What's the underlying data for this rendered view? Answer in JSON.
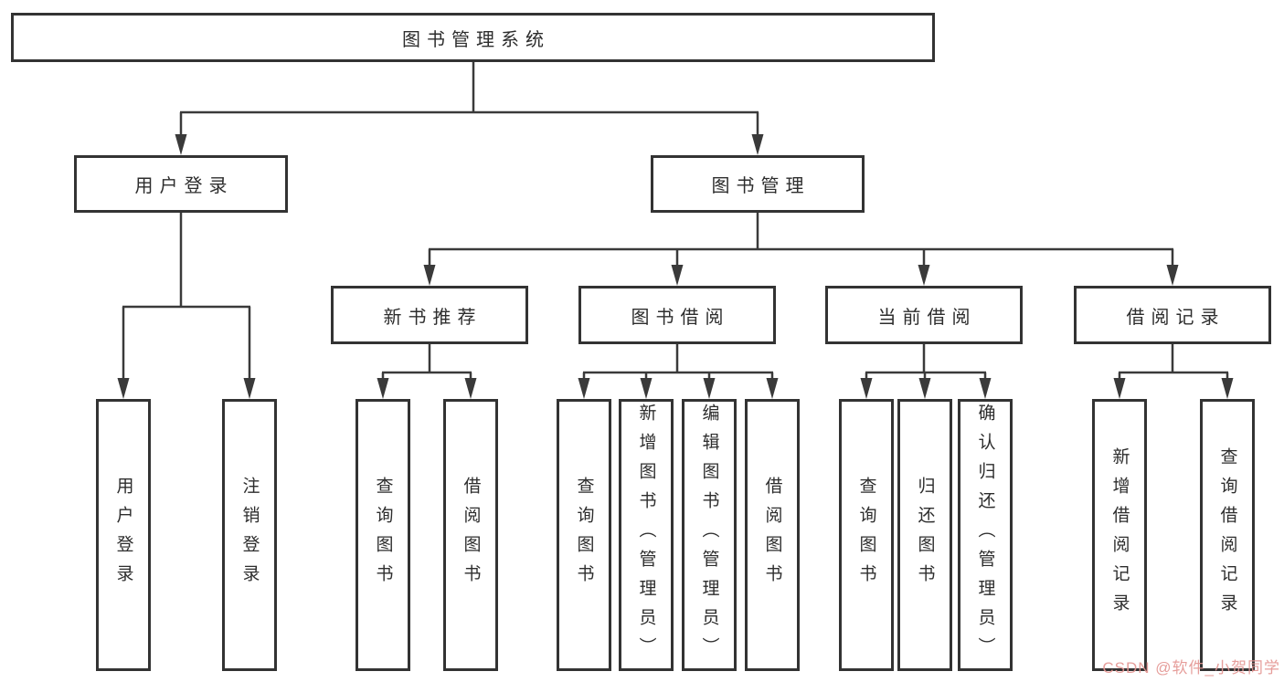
{
  "diagram": {
    "root": {
      "label": "图书管理系统"
    },
    "level2": [
      {
        "label": "用户登录"
      },
      {
        "label": "图书管理"
      }
    ],
    "level3": [
      {
        "label": "新书推荐"
      },
      {
        "label": "图书借阅"
      },
      {
        "label": "当前借阅"
      },
      {
        "label": "借阅记录"
      }
    ],
    "leaves": {
      "user": [
        {
          "label": "用户登录"
        },
        {
          "label": "注销登录"
        }
      ],
      "newbook": [
        {
          "label": "查询图书"
        },
        {
          "label": "借阅图书"
        }
      ],
      "borrow": [
        {
          "label": "查询图书"
        },
        {
          "label": "新增图书（管理员）"
        },
        {
          "label": "编辑图书（管理员）"
        },
        {
          "label": "借阅图书"
        }
      ],
      "current": [
        {
          "label": "查询图书"
        },
        {
          "label": "归还图书"
        },
        {
          "label": "确认归还（管理员）"
        }
      ],
      "records": [
        {
          "label": "新增借阅记录"
        },
        {
          "label": "查询借阅记录"
        }
      ]
    },
    "colors": {
      "line": "#3a3a3a",
      "border": "#333333",
      "watermark_pink": "#e49692"
    }
  },
  "watermark": {
    "text": "CSDN @软件_小贺同学"
  }
}
